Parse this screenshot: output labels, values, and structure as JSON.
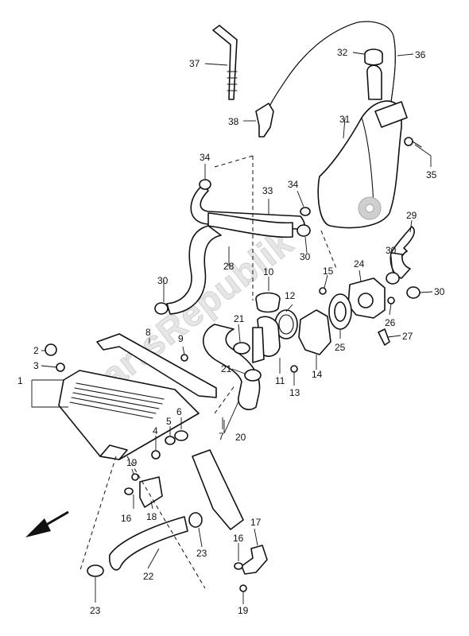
{
  "watermark": {
    "text": "PartsRepublik"
  },
  "callouts": {
    "c1": "1",
    "c2": "2",
    "c3": "3",
    "c4": "4",
    "c5": "5",
    "c6": "6",
    "c7": "7",
    "c8": "8",
    "c9": "9",
    "c10": "10",
    "c11": "11",
    "c12": "12",
    "c13": "13",
    "c14": "14",
    "c15": "15",
    "c16a": "16",
    "c16b": "16",
    "c17": "17",
    "c18": "18",
    "c19a": "19",
    "c19b": "19",
    "c20": "20",
    "c21a": "21",
    "c21b": "21",
    "c22": "22",
    "c23a": "23",
    "c23b": "23",
    "c24": "24",
    "c25": "25",
    "c26": "26",
    "c27": "27",
    "c28": "28",
    "c29": "29",
    "c30a": "30",
    "c30b": "30",
    "c30c": "30",
    "c30d": "30",
    "c31": "31",
    "c32": "32",
    "c33": "33",
    "c34a": "34",
    "c34b": "34",
    "c35": "35",
    "c36": "36",
    "c37": "37",
    "c38": "38"
  },
  "icons": {
    "front_arrow": "arrow-down-left-icon",
    "logo": "gear-logo-icon"
  }
}
